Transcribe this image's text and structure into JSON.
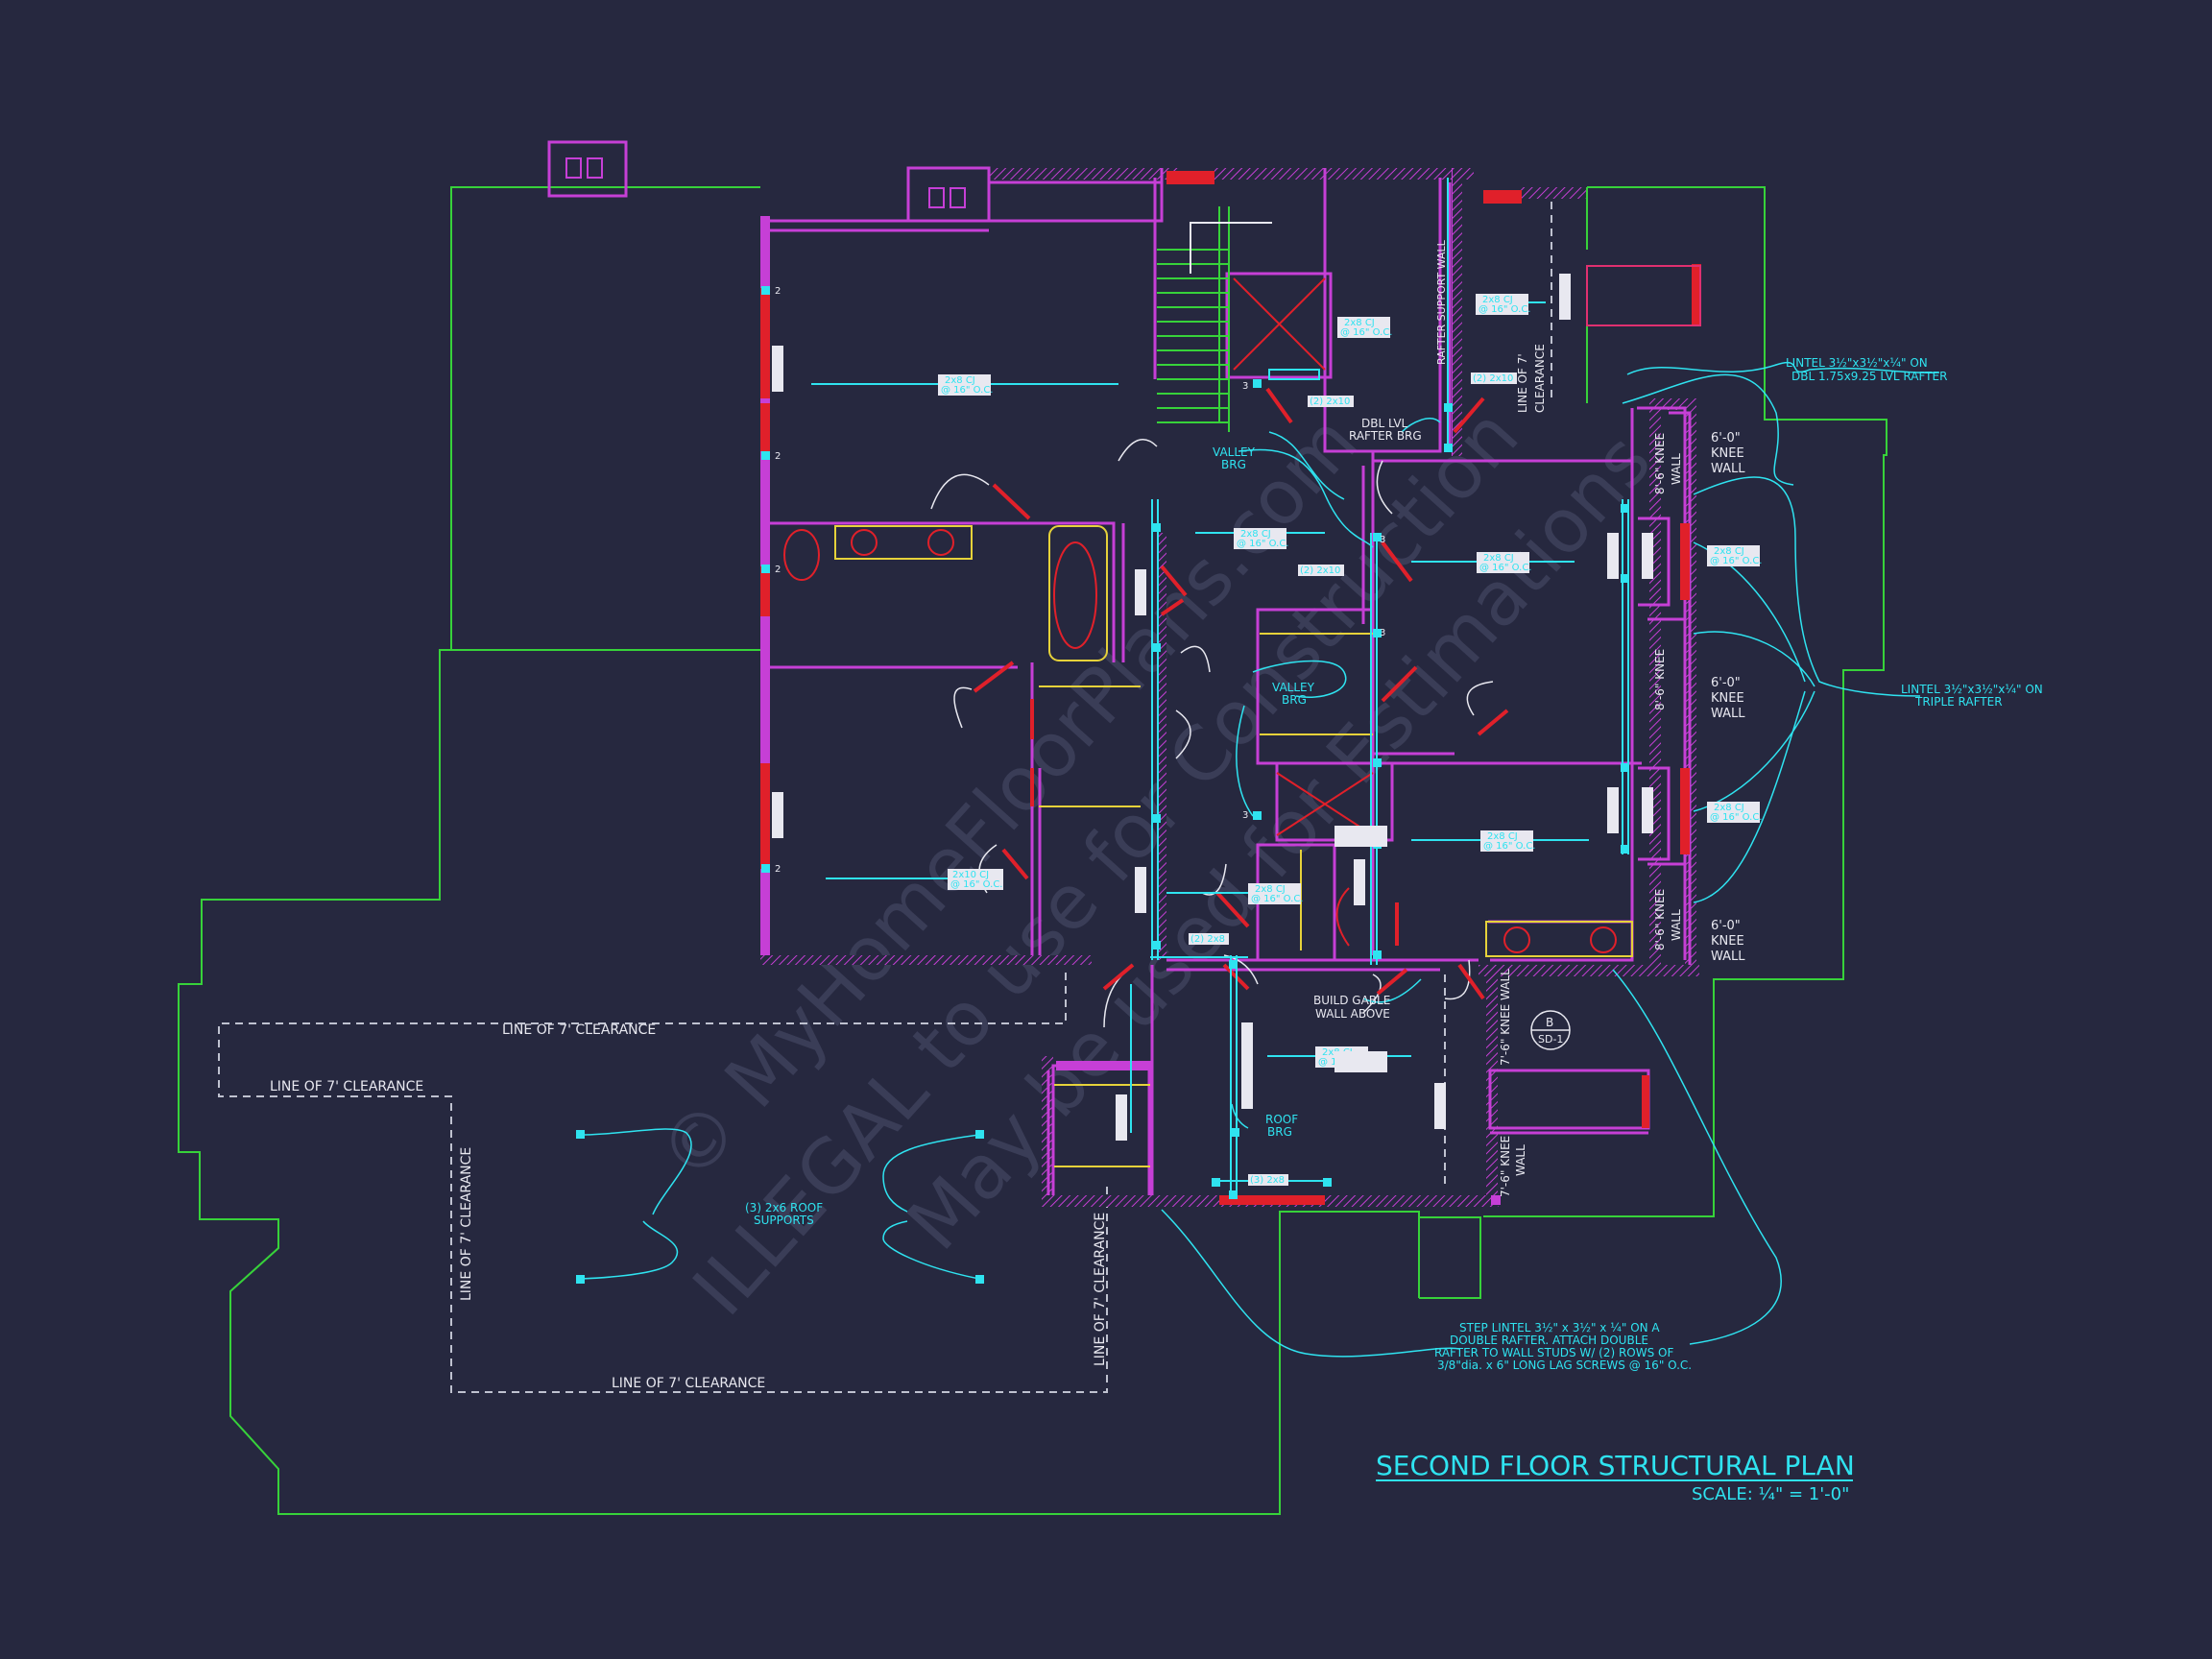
{
  "colors": {
    "background": "#26283f",
    "wall": "#c63fd6",
    "envelope": "#37d23a",
    "dimension": "#2fe3f0",
    "opening": "#e0202a",
    "fixture": "#e6d23a",
    "clearance": "#bfc2d0",
    "watermark": "#3a3d57"
  },
  "title_block": {
    "title": "SECOND FLOOR STRUCTURAL PLAN",
    "scale": "SCALE: ¼\" = 1'-0\""
  },
  "watermark": {
    "line1": "© MyHomeFloorPlans.com",
    "line2": "ILLEGAL to use for Construction",
    "line3": "May be used for Estimations"
  },
  "notes": {
    "lintel_top_1": "LINTEL 3½\"x3½\"x¼\" ON",
    "lintel_top_2": "DBL 1.75x9.25 LVL RAFTER",
    "lintel_mid_1": "LINTEL 3½\"x3½\"x¼\" ON",
    "lintel_mid_2": "TRIPLE RAFTER",
    "step_1": "STEP LINTEL 3½\" x 3½\" x ¼\" ON A",
    "step_2": "DOUBLE RAFTER. ATTACH DOUBLE",
    "step_3": "RAFTER TO WALL STUDS W/ (2) ROWS OF",
    "step_4": "3/8\"dia. x 6\" LONG LAG SCREWS @ 16\" O.C.",
    "roof_supports_1": "(3) 2x6 ROOF",
    "roof_supports_2": "SUPPORTS",
    "valley_1": "VALLEY",
    "valley_2": "BRG",
    "dbl_lvl_1": "DBL LVL",
    "dbl_lvl_2": "RAFTER BRG",
    "rafter_wall": "RAFTER SUPPORT WALL",
    "line_clear_vert_1": "LINE OF 7'",
    "line_clear_vert_2": "CLEARANCE",
    "gable_1": "BUILD GABLE",
    "gable_2": "WALL ABOVE",
    "roof_brg_1": "ROOF",
    "roof_brg_2": "BRG",
    "section_top": "B",
    "section_bottom": "SD-1"
  },
  "knee_walls": {
    "height_6": "6'-0\"",
    "knee": "KNEE",
    "wall": "WALL",
    "height_8_vert": "8'-6\" KNEE",
    "height_8_vert_2": "WALL",
    "height_7": "7'-6\" KNEE WALL",
    "height_7b_1": "7'-6\" KNEE",
    "height_7b_2": "WALL"
  },
  "clearance_labels": {
    "top": "LINE OF 7' CLEARANCE",
    "upper_left": "LINE OF 7' CLEARANCE",
    "bottom": "LINE OF 7' CLEARANCE",
    "left_vertical": "LINE OF 7' CLEARANCE",
    "right_vertical": "LINE OF 7' CLEARANCE"
  },
  "joist_tags": {
    "cj_2x8_a": "2x8 CJ",
    "cj_2x8_b": "@ 16\" O.C.",
    "cj_2x10_a": "2x10 CJ",
    "hdr_2x10": "(2) 2x10",
    "hdr_2x8": "(2) 2x8",
    "hdr_3_2x8": "(3) 2x8",
    "post_3": "3",
    "post_2": "2"
  }
}
